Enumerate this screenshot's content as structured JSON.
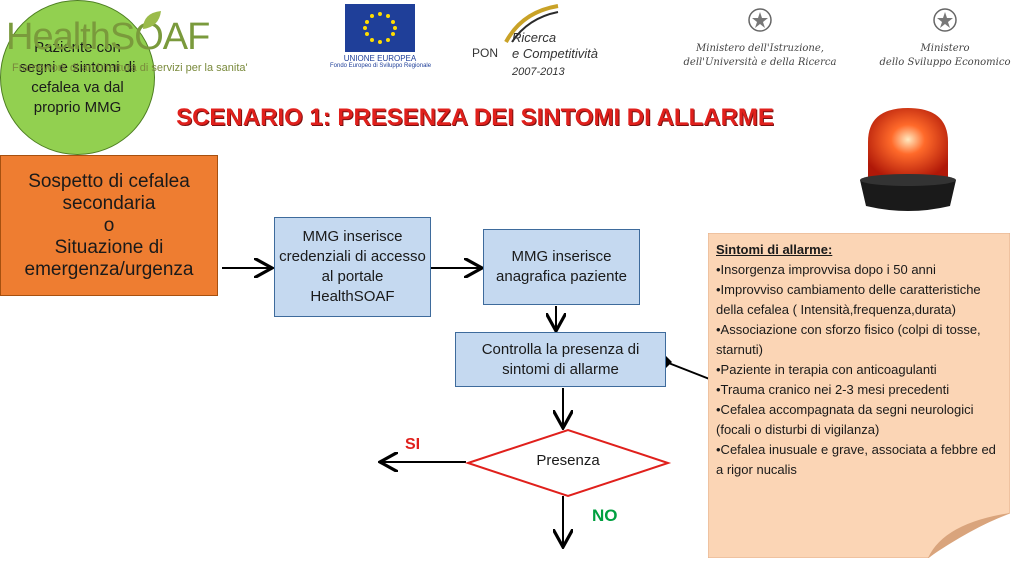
{
  "header": {
    "healthsoaf": {
      "name": "HealthSOAF",
      "tagline": "Framework di architettura di servizi per la sanita'"
    },
    "eu": {
      "line1": "UNIONE EUROPEA",
      "line2": "Fondo Europeo di Sviluppo Regionale"
    },
    "pon": {
      "word": "PON",
      "line1": "Ricerca",
      "line2": "e Competitività",
      "line3": "2007-2013"
    },
    "miur": {
      "line1": "Ministero dell'Istruzione,",
      "line2": "dell'Università e della Ricerca"
    },
    "mse": {
      "line1": "Ministero",
      "line2": "dello Sviluppo Economico"
    }
  },
  "title": "SCENARIO 1: PRESENZA DEI SINTOMI DI ALLARME",
  "flow": {
    "start": "Paziente con segni e sintomi di cefalea va dal proprio MMG",
    "step1": "MMG inserisce credenziali di accesso al portale HealthSOAF",
    "step2": "MMG inserisce anagrafica paziente",
    "step3": "Controlla la presenza di sintomi di allarme",
    "decision": "Presenza",
    "yes_label": "SI",
    "no_label": "NO",
    "outcome": {
      "line1": "Sospetto di cefalea",
      "line2": "secondaria",
      "line3": "o",
      "line4": "Situazione di",
      "line5": "emergenza/urgenza"
    }
  },
  "note": {
    "heading": "Sintomi di allarme:",
    "items": [
      "•Insorgenza improvvisa dopo i 50 anni",
      "•Improvviso cambiamento delle caratteristiche della cefalea ( Intensità,frequenza,durata)",
      "•Associazione con sforzo fisico (colpi di tosse, starnuti)",
      "•Paziente in terapia con anticoagulanti",
      "•Trauma cranico nei 2-3 mesi precedenti",
      "•Cefalea accompagnata da segni neurologici (focali o disturbi di vigilanza)",
      "•Cefalea inusuale e grave, associata a febbre ed a rigor nucalis"
    ]
  },
  "colors": {
    "title": "#e0201c",
    "start_fill": "#92d050",
    "box_fill": "#c5d9f0",
    "outcome_fill": "#ee7d31",
    "note_fill": "#fbd5b5",
    "decision_stroke": "#e0201c",
    "yes": "#e0201c",
    "no": "#00a040"
  },
  "icons": [
    "alarm-siren-icon",
    "eu-flag-icon",
    "italian-emblem-icon"
  ]
}
